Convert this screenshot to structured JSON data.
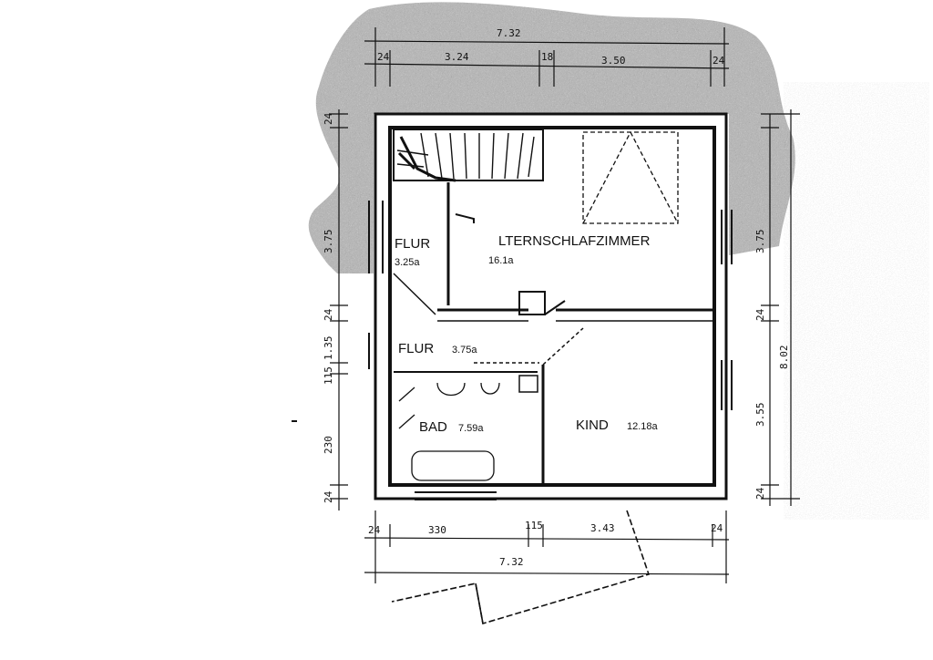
{
  "colors": {
    "ink": "#111111",
    "smudge": "#6d6d6d",
    "paper": "#ffffff"
  },
  "rooms": {
    "flur_upper": {
      "name": "FLUR",
      "area": "3.25a"
    },
    "schlafzimmer": {
      "name": "LTERNSCHLAFZIMMER",
      "area": "16.1a"
    },
    "flur_lower": {
      "name": "FLUR",
      "area": "3.75a"
    },
    "bad": {
      "name": "BAD",
      "area": "7.59a"
    },
    "kind": {
      "name": "KIND",
      "area": "12.18a"
    }
  },
  "dimensions": {
    "top_total": "7.32",
    "top_wall_left": "24",
    "top_seg_1": "3.24",
    "top_mid_wall": "18",
    "top_seg_2": "3.50",
    "top_wall_right": "24",
    "bottom_wall_left": "24",
    "bottom_seg_1": "330",
    "bottom_mid_wall": "115",
    "bottom_seg_2": "3.43",
    "bottom_wall_right": "24",
    "bottom_total": "7.32",
    "left_top": "24",
    "left_flur": "3.75",
    "left_wall_1": "24",
    "left_flur_2": "1.35",
    "left_wall_2": "115",
    "left_bad": "230",
    "left_wall_bottom": "24",
    "right_top": "3.75",
    "right_wall": "24",
    "right_bottom": "3.55",
    "right_wall_bottom": "24",
    "right_total": "8.02"
  }
}
